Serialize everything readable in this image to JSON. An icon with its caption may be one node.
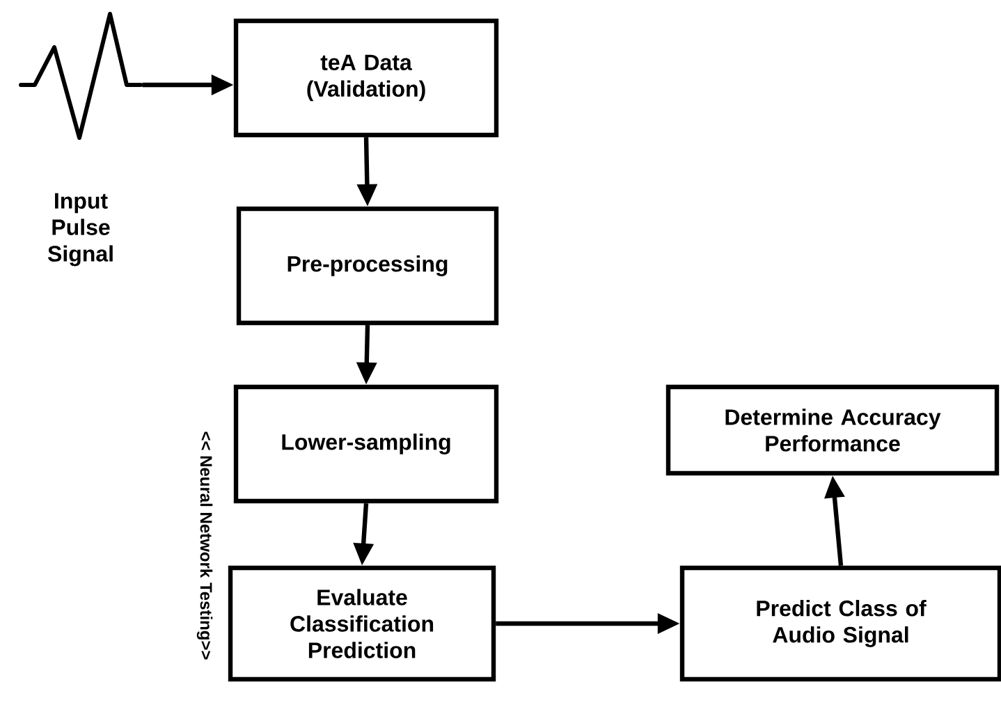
{
  "diagram": {
    "nodes": [
      {
        "text": [],
        "shape": "picture",
        "beside": [
          "Input Pulse Signal"
        ]
      },
      {
        "text": [
          "teA Data (Validation)"
        ]
      },
      {
        "text": [
          "Pre-processing"
        ]
      },
      {
        "text": [
          "Lower-sampling"
        ]
      },
      {
        "text": [
          "Evaluate Classification Prediction"
        ]
      },
      {
        "text": [
          "Predict Class of Audio Signal"
        ]
      },
      {
        "text": [
          "Determine Accuracy Performance"
        ]
      }
    ],
    "edges": [
      {
        "from": 0,
        "to": 1,
        "arrow": "to"
      },
      {
        "from": 1,
        "to": 2,
        "arrow": "to"
      },
      {
        "from": 2,
        "to": 3,
        "arrow": "to"
      },
      {
        "from": 3,
        "to": 4,
        "arrow": "to"
      },
      {
        "from": 4,
        "to": 5,
        "arrow": "to"
      },
      {
        "from": 5,
        "to": 6,
        "arrow": "to"
      }
    ],
    "labels": [
      "<< Neural Network Testing>>"
    ]
  }
}
